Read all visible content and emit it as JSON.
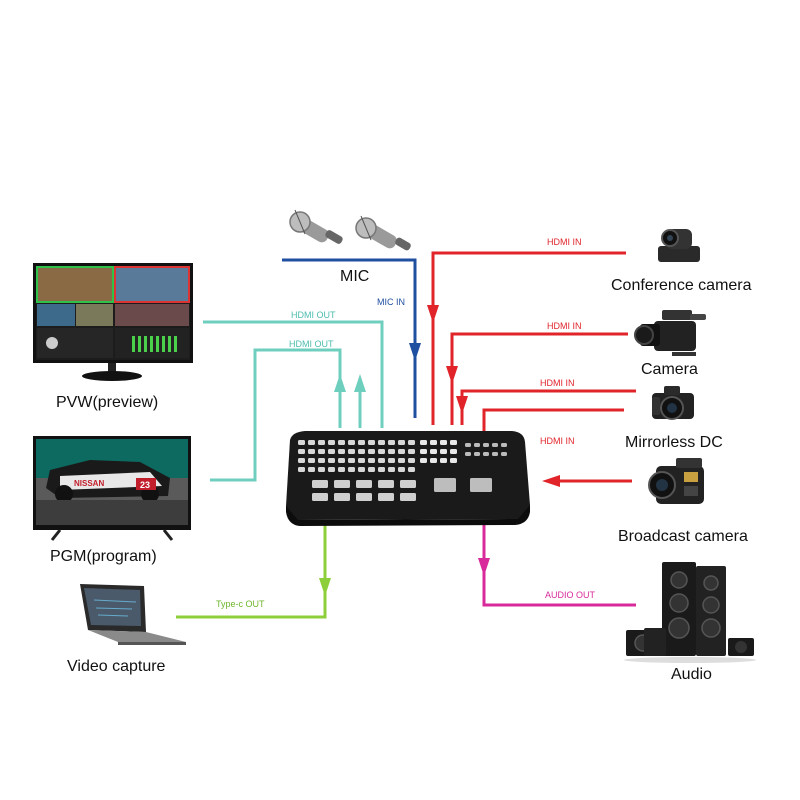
{
  "colors": {
    "hdmi_in": "#e0242a",
    "hdmi_out": "#6fcfbf",
    "mic_in": "#1f4fa0",
    "type_c_out": "#8ccf3a",
    "audio_out": "#d82a9a"
  },
  "devices": {
    "mic": "MIC",
    "conference_camera": "Conference camera",
    "camera": "Camera",
    "mirrorless": "Mirrorless DC",
    "broadcast_camera": "Broadcast camera",
    "audio": "Audio",
    "pvw": "PVW(preview)",
    "pgm": "PGM(program)",
    "video_capture": "Video capture"
  },
  "wires": {
    "hdmi_in_1": "HDMI IN",
    "hdmi_in_2": "HDMI IN",
    "hdmi_in_3": "HDMI IN",
    "hdmi_in_4": "HDMI IN",
    "hdmi_out_1": "HDMI OUT",
    "hdmi_out_2": "HDMI OUT",
    "mic_in": "MIC  IN",
    "type_c_out": "Type-c OUT",
    "audio_out": "AUDIO OUT"
  },
  "screens": {
    "pgm_car_text": "NISSAN",
    "pgm_car_number": "23"
  }
}
